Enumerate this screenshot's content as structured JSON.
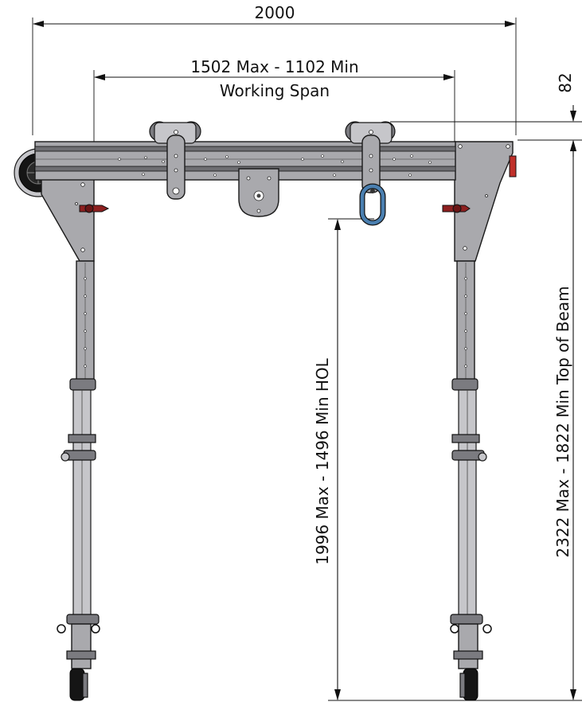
{
  "dimensions": {
    "overall_width": "2000",
    "working_span_line1": "1502 Max - 1102 Min",
    "working_span_line2": "Working Span",
    "trolley_height": "82",
    "hook_height": "1996 Max - 1496 Min HOL",
    "beam_height": "2322 Max - 1822 Min Top of Beam"
  },
  "colors": {
    "steel": "#a9a9ad",
    "shackle_blue": "#4a7fb0",
    "pin_red": "#8e1f1f",
    "end_cap_red": "#c0302a"
  }
}
